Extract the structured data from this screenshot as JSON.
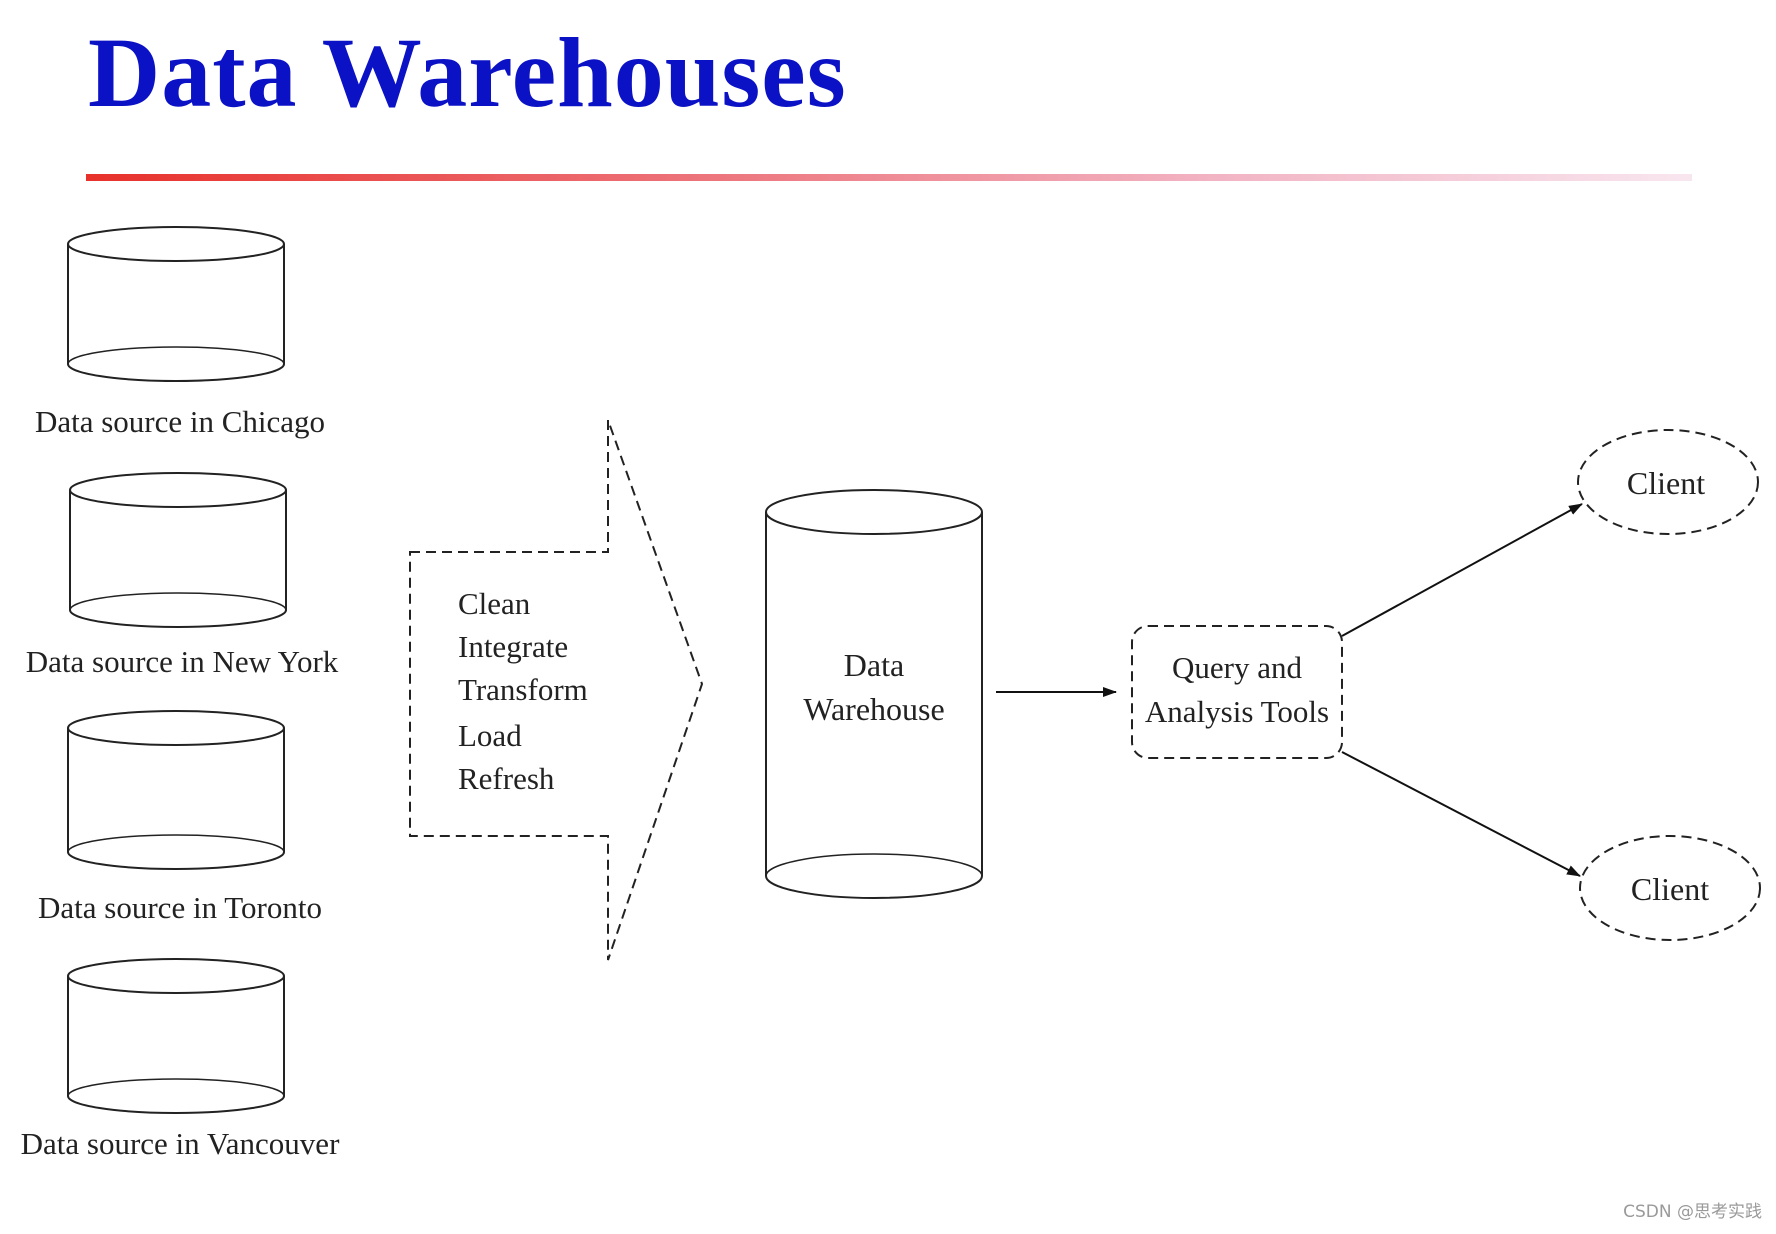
{
  "title": "Data Warehouses",
  "sources": [
    {
      "label": "Data source in Chicago"
    },
    {
      "label": "Data source in New York"
    },
    {
      "label": "Data source in Toronto"
    },
    {
      "label": "Data source in Vancouver"
    }
  ],
  "process_steps": [
    "Clean",
    "Integrate",
    "Transform",
    "Load",
    "Refresh"
  ],
  "warehouse": {
    "lines": [
      "Data",
      "Warehouse"
    ]
  },
  "tools": {
    "lines": [
      "Query and",
      "Analysis Tools"
    ]
  },
  "clients": [
    {
      "label": "Client"
    },
    {
      "label": "Client"
    }
  ],
  "watermark": "CSDN @思考实践"
}
